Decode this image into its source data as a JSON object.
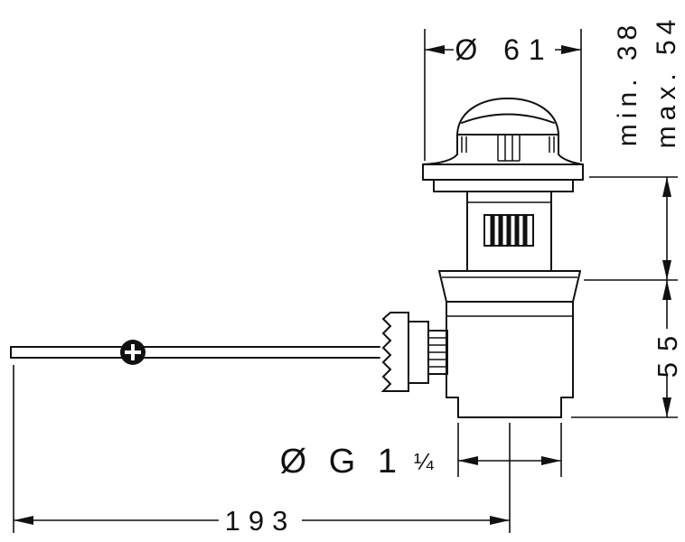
{
  "page": {
    "background": "#ffffff",
    "line_color": "#111111"
  },
  "drawing": {
    "name": "pop-up-waste-valve-dimension-drawing",
    "labels": {
      "top_diameter": "Ø 61",
      "clamp_min": "min. 38",
      "clamp_max": "max. 54",
      "body_height": "55",
      "thread": "Ø G 1",
      "thread_fraction": "¼",
      "rod_length": "193"
    }
  }
}
